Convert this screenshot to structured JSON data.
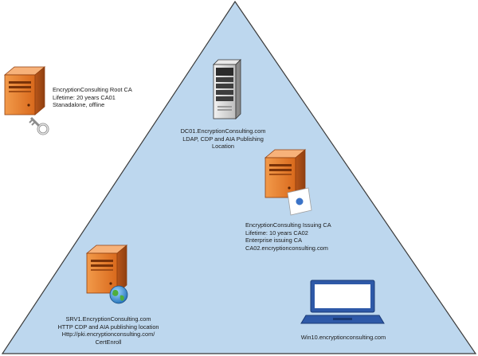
{
  "diagram": {
    "background_color": "#ffffff",
    "triangle_fill": "#bdd7ee",
    "triangle_stroke": "#3a3a3a",
    "server_color": "#e07c2e",
    "laptop_color": "#2e59a8",
    "nodes": {
      "root_ca": {
        "icon": "server-with-key-icon",
        "lines": [
          "EncryptionConsulting Root CA",
          "Lifetime: 20 years CA01",
          "Stanadalone, offline"
        ]
      },
      "dc01": {
        "icon": "tower-server-icon",
        "lines": [
          "DC01.EncryptionConsulting.com",
          "LDAP, CDP and AIA Publishing",
          "Location"
        ]
      },
      "issuing_ca": {
        "icon": "server-with-certificate-icon",
        "lines": [
          "EncryptionConsulting Issuing CA",
          "Lifetime: 10 years CA02",
          "Enterprise issuing CA",
          "CA02.encryptionconsulting.com"
        ]
      },
      "srv1": {
        "icon": "server-with-globe-icon",
        "lines": [
          "SRV1.EncryptionConsulting.com",
          "HTTP CDP and AIA publishing location",
          "Http://pki.encryptionconsulting.com/",
          "CertEnroll"
        ]
      },
      "win10": {
        "icon": "laptop-icon",
        "lines": [
          "Win10.encryptionconsulting.com"
        ]
      }
    }
  }
}
